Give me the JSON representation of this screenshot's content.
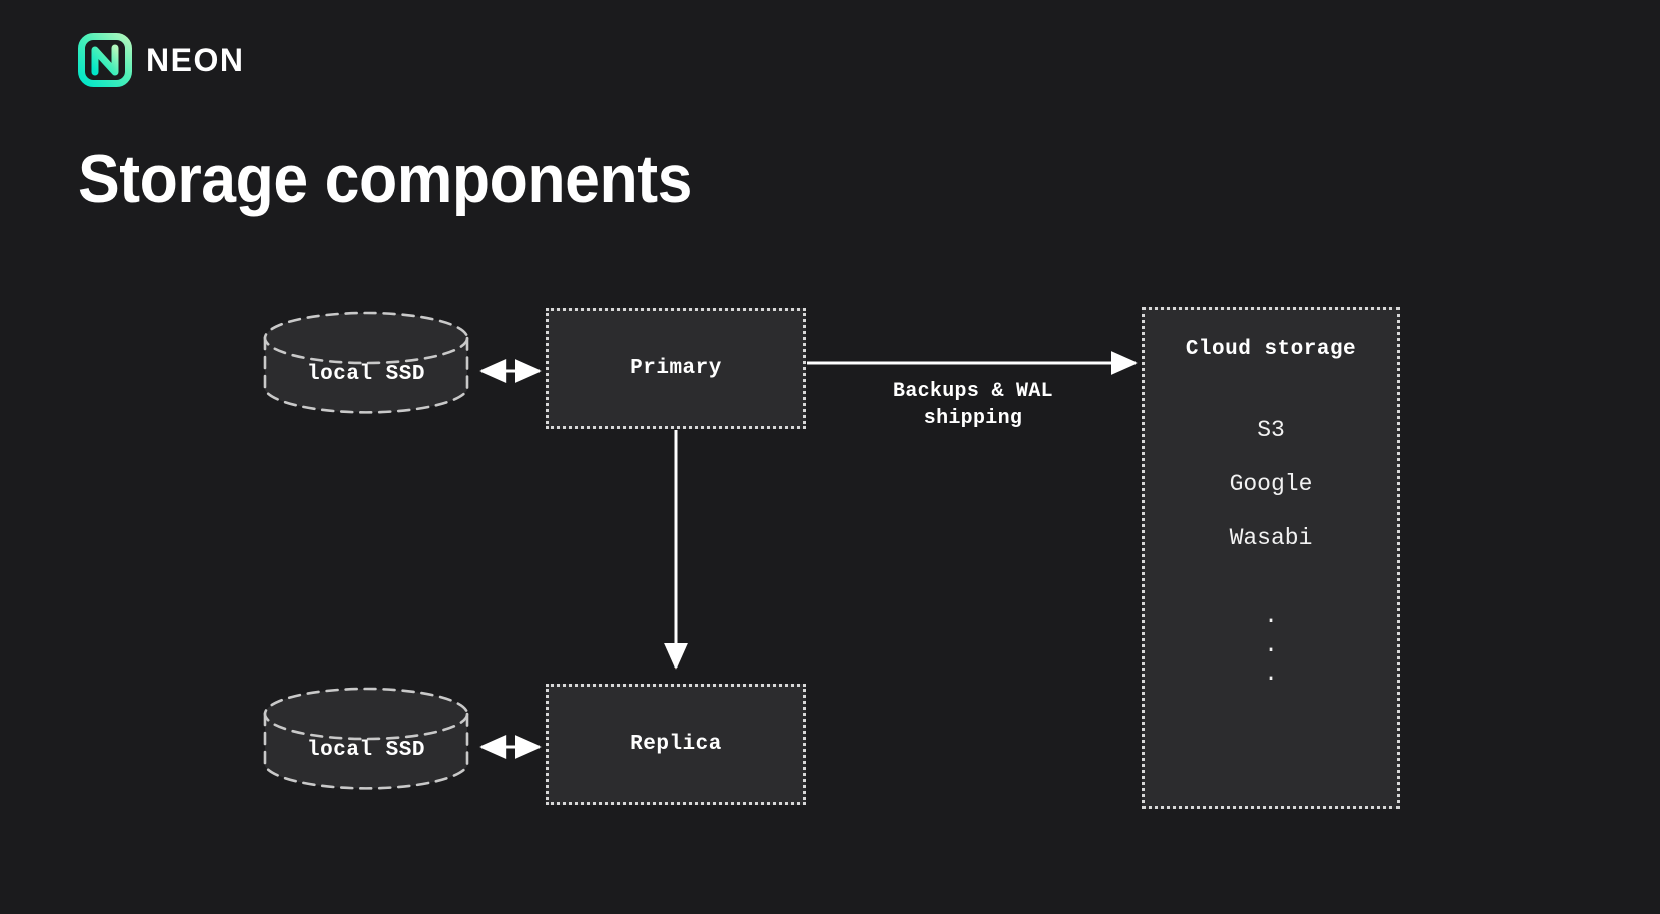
{
  "brand": {
    "name": "NEON",
    "logo_icon": "neon-logo-icon",
    "gradient_from": "#00e0c0",
    "gradient_to": "#aaf6ba"
  },
  "slide": {
    "title": "Storage components",
    "background_color": "#1b1b1d",
    "node_fill_color": "#2c2c2e",
    "stroke_color": "#d8d8d8"
  },
  "diagram": {
    "type": "architecture-diagram",
    "nodes": [
      {
        "id": "local-ssd-primary",
        "label": "local SSD",
        "shape": "cylinder"
      },
      {
        "id": "primary",
        "label": "Primary",
        "shape": "dotted-rect"
      },
      {
        "id": "local-ssd-replica",
        "label": "local SSD",
        "shape": "cylinder"
      },
      {
        "id": "replica",
        "label": "Replica",
        "shape": "dotted-rect"
      },
      {
        "id": "cloud-storage",
        "label": "Cloud storage",
        "shape": "dotted-rect"
      }
    ],
    "cloud_providers": [
      "S3",
      "Google",
      "Wasabi",
      ".",
      ".",
      "."
    ],
    "edges": [
      {
        "from": "local-ssd-primary",
        "to": "primary",
        "label": "",
        "arrow": "double"
      },
      {
        "from": "primary",
        "to": "cloud-storage",
        "label": "Backups & WAL\nshipping",
        "arrow": "single"
      },
      {
        "from": "primary",
        "to": "replica",
        "label": "",
        "arrow": "single"
      },
      {
        "from": "local-ssd-replica",
        "to": "replica",
        "label": "",
        "arrow": "double"
      }
    ],
    "edge_labels": {
      "backups": "Backups & WAL\nshipping"
    }
  }
}
